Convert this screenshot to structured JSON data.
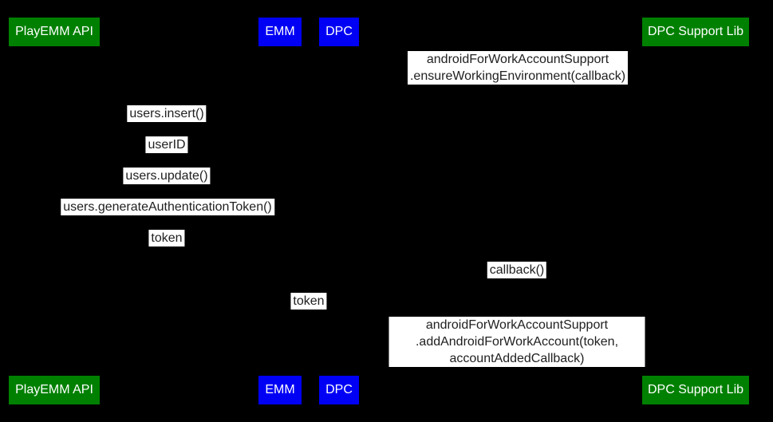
{
  "diagram": {
    "kind": "sequence-diagram",
    "colors": {
      "background": "#000000",
      "actor_green": "#008000",
      "actor_blue": "#0000f5",
      "message_background": "#ffffff",
      "message_text": "#212121",
      "actor_text": "#ffffff"
    },
    "actors": [
      {
        "label": "PlayEMM API"
      },
      {
        "label": "EMM"
      },
      {
        "label": "DPC"
      },
      {
        "label": "DPC Support Lib"
      }
    ],
    "messages": [
      {
        "text": "androidForWorkAccountSupport\n.ensureWorkingEnvironment(callback)"
      },
      {
        "text": "users.insert()"
      },
      {
        "text": "userID"
      },
      {
        "text": "users.update()"
      },
      {
        "text": "users.generateAuthenticationToken()"
      },
      {
        "text": "token"
      },
      {
        "text": "callback()"
      },
      {
        "text": "token"
      },
      {
        "text": "androidForWorkAccountSupport\n.addAndroidForWorkAccount(token, accountAddedCallback)"
      }
    ]
  }
}
